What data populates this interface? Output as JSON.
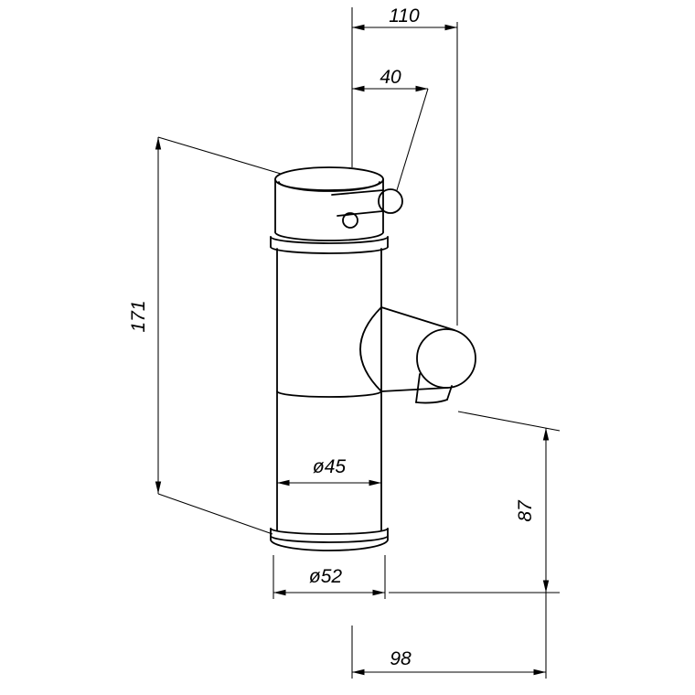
{
  "page": {
    "background": "#ffffff",
    "line_color": "#000000"
  },
  "dimensions": {
    "d110": "110",
    "d40": "40",
    "d171": "171",
    "d45": "ø45",
    "d87": "87",
    "d52": "ø52",
    "d98": "98"
  }
}
